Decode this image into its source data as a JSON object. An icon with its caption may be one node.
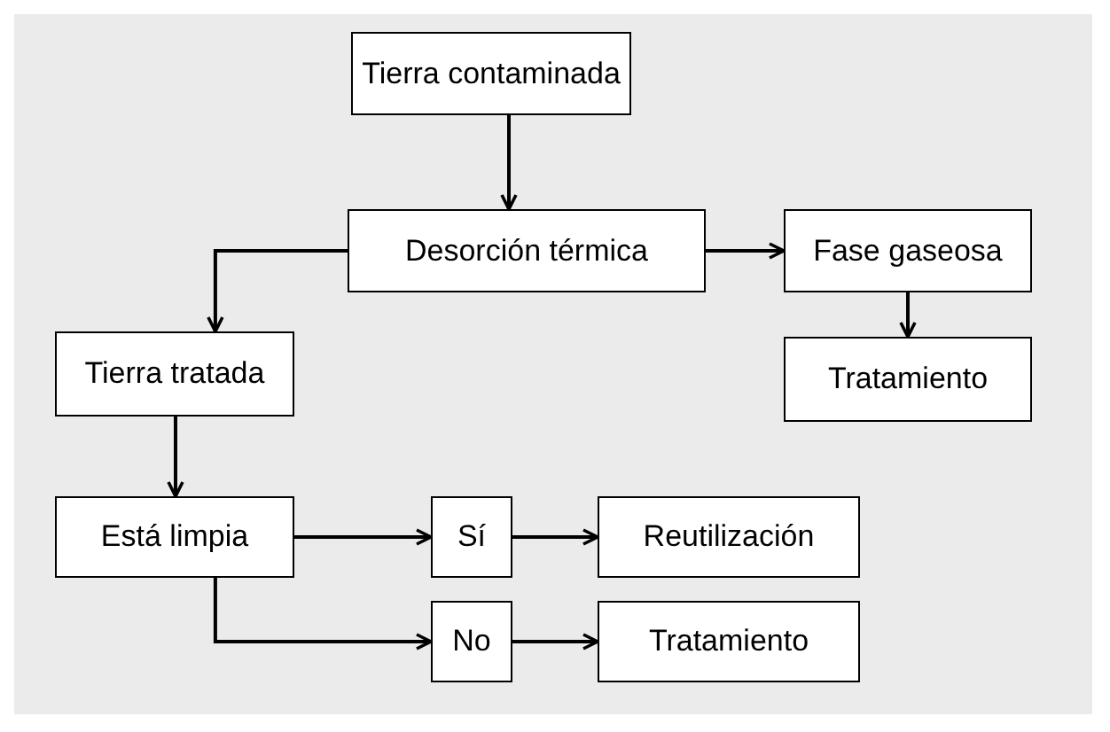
{
  "diagram": {
    "nodes": [
      {
        "text": [
          "Tierra contaminada"
        ]
      },
      {
        "text": [
          "Desorción térmica"
        ]
      },
      {
        "text": [
          "Fase gaseosa"
        ]
      },
      {
        "text": [
          "Tratamiento"
        ]
      },
      {
        "text": [
          "Tierra tratada"
        ]
      },
      {
        "text": [
          "Está limpia"
        ]
      },
      {
        "text": [
          "Sí"
        ]
      },
      {
        "text": [
          "Reutilización"
        ]
      },
      {
        "text": [
          "No"
        ]
      },
      {
        "text": [
          "Tratamiento"
        ]
      }
    ],
    "edges": [
      {
        "from": 0,
        "to": 1,
        "arrow": "to"
      },
      {
        "from": 1,
        "to": 2,
        "arrow": "to"
      },
      {
        "from": 2,
        "to": 3,
        "arrow": "to"
      },
      {
        "from": 1,
        "to": 4,
        "arrow": "to"
      },
      {
        "from": 4,
        "to": 5,
        "arrow": "to"
      },
      {
        "from": 5,
        "to": 6,
        "arrow": "to"
      },
      {
        "from": 6,
        "to": 7,
        "arrow": "to"
      },
      {
        "from": 5,
        "to": 8,
        "arrow": "to"
      },
      {
        "from": 8,
        "to": 9,
        "arrow": "to"
      }
    ]
  }
}
